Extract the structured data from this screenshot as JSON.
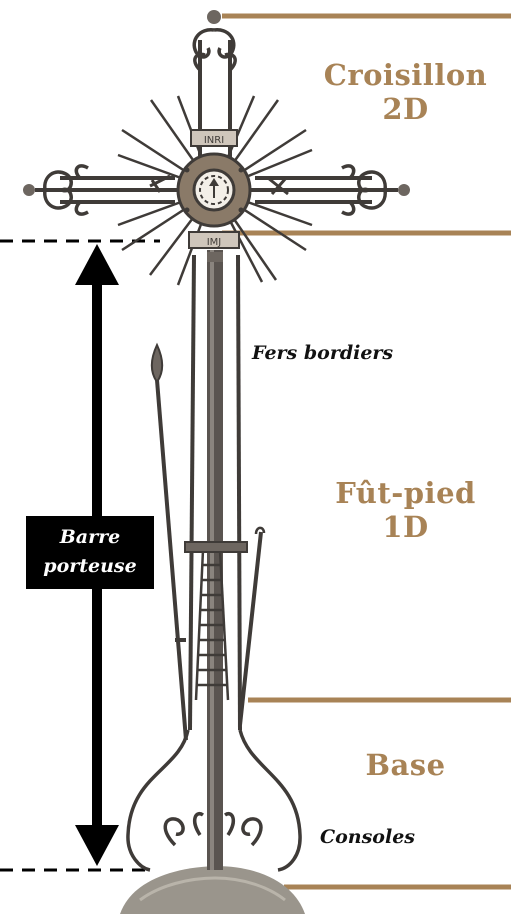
{
  "sections": {
    "croisillon": {
      "name": "Croisillon",
      "dim": "2D"
    },
    "fut_pied": {
      "name": "Fût-pied",
      "dim": "1D"
    },
    "base": {
      "name": "Base"
    }
  },
  "annotations": {
    "fers_bordiers": "Fers bordiers",
    "consoles": "Consoles",
    "barre_porteuse_line1": "Barre",
    "barre_porteuse_line2": "porteuse"
  },
  "plaques": {
    "top": "INRI",
    "bottom": "IMJ"
  },
  "colors": {
    "accent": "#a88356",
    "iron": "#3f3b38",
    "text": "#111111"
  }
}
